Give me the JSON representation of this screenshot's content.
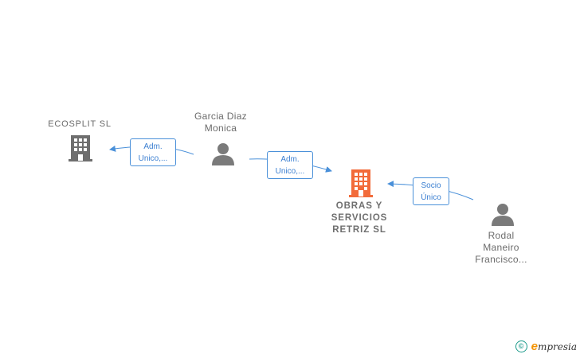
{
  "nodes": {
    "ecosplit": {
      "name": "ECOSPLIT  SL"
    },
    "garcia": {
      "line1": "Garcia Diaz",
      "line2": "Monica"
    },
    "obras": {
      "line1": "OBRAS Y",
      "line2": "SERVICIOS",
      "line3": "RETRIZ  SL"
    },
    "rodal": {
      "line1": "Rodal",
      "line2": "Maneiro",
      "line3": "Francisco..."
    }
  },
  "edges": {
    "garcia_ecosplit": {
      "line1": "Adm.",
      "line2": "Unico,..."
    },
    "garcia_obras": {
      "line1": "Adm.",
      "line2": "Unico,..."
    },
    "rodal_obras": {
      "line1": "Socio",
      "line2": "Único"
    }
  },
  "colors": {
    "company": "#6e6e6e",
    "focus_company": "#f26b3a",
    "person": "#7a7a7a",
    "edge": "#4a90d9"
  },
  "footer": {
    "copyright": "©",
    "brand_first": "e",
    "brand_rest": "mpresia"
  }
}
